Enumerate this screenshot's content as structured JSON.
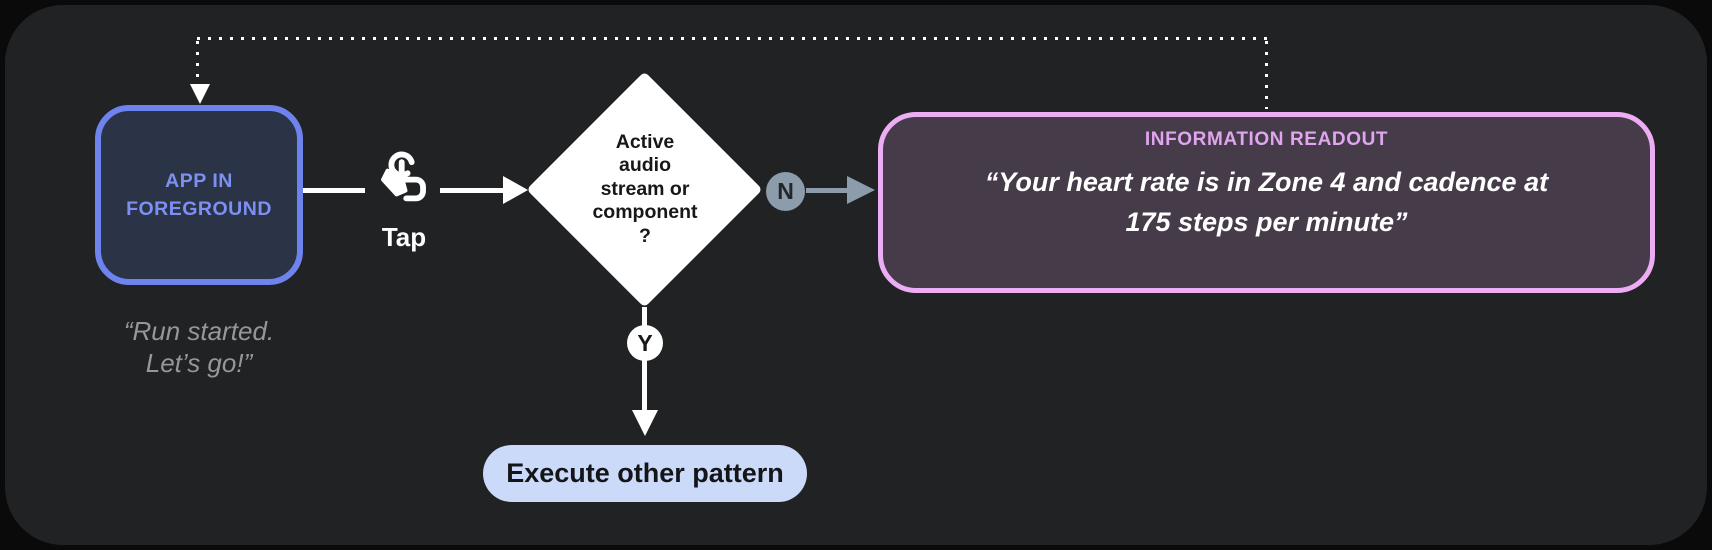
{
  "colors": {
    "outer_bg": "#0a0a0b",
    "panel_bg": "#212224",
    "app_border": "#6f83ee",
    "app_fill": "#2b3447",
    "app_text": "#7d8ff3",
    "caption_gray": "#95979c",
    "readout_border": "#ecadf4",
    "readout_fill": "#463b49",
    "readout_title": "#e0a5ef",
    "slate_connector": "#8c9cab",
    "pill_fill": "#cbdaf8",
    "line_white": "#ffffff"
  },
  "flow": {
    "app_node": {
      "label": "APP IN\nFOREGROUND"
    },
    "app_caption": "“Run started.\nLet’s go!”",
    "tap_label": "Tap",
    "decision_label": "Active\naudio\nstream or\ncomponent\n?",
    "no_badge": "N",
    "yes_badge": "Y",
    "readout": {
      "title": "INFORMATION READOUT",
      "quote": "“Your heart rate is in Zone 4 and cadence at\n175 steps per minute”"
    },
    "execute_label": "Execute other pattern"
  },
  "icons": {
    "tap": "tap-gesture-icon"
  }
}
